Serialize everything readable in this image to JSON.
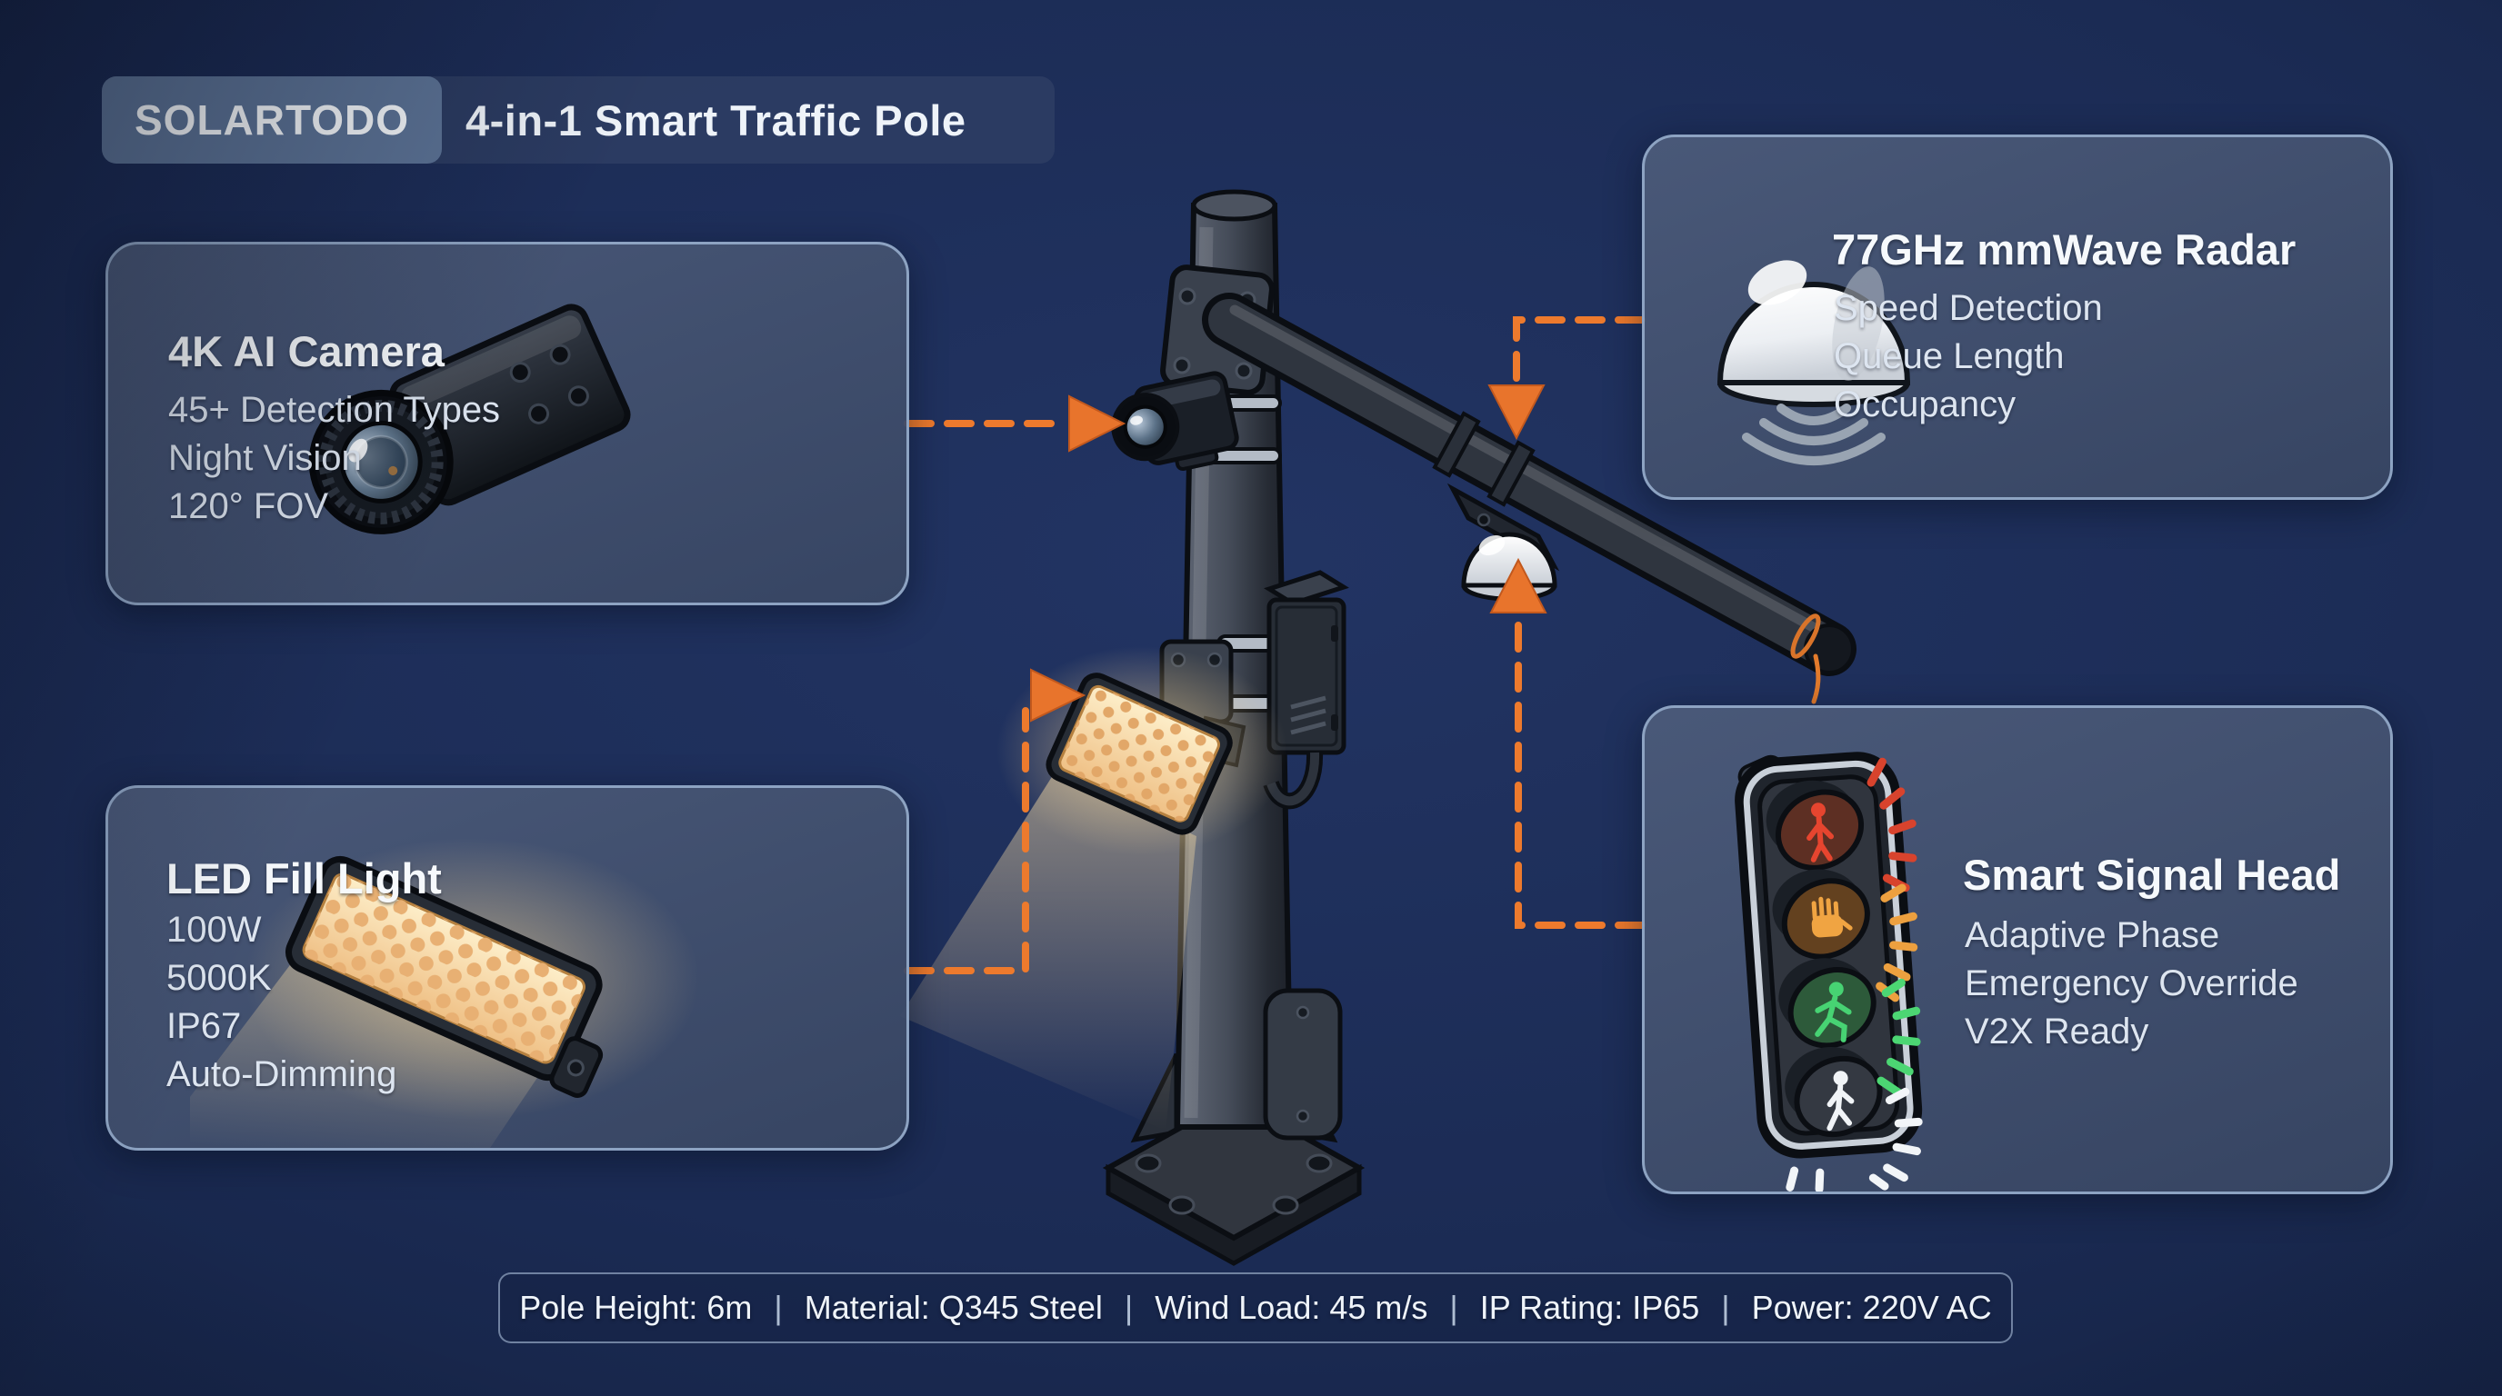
{
  "header": {
    "brand": "SOLARTODO",
    "title": "4-in-1 Smart Traffic Pole"
  },
  "cards": {
    "camera": {
      "title": "4K AI Camera",
      "features": [
        "45+ Detection Types",
        "Night Vision",
        "120° FOV"
      ]
    },
    "led": {
      "title": "LED Fill Light",
      "features": [
        "100W",
        "5000K",
        "IP67",
        "Auto-Dimming"
      ]
    },
    "radar": {
      "title": "77GHz mmWave Radar",
      "features": [
        "Speed Detection",
        "Queue Length",
        "Occupancy"
      ]
    },
    "signal": {
      "title": "Smart Signal Head",
      "features": [
        "Adaptive Phase",
        "Emergency Override",
        "V2X Ready"
      ]
    }
  },
  "footer": {
    "separator": "|",
    "specs": [
      "Pole Height: 6m",
      "Material: Q345 Steel",
      "Wind Load: 45 m/s",
      "IP Rating: IP65",
      "Power: 220V AC"
    ]
  },
  "icons": {
    "camera": "cctv-camera-illustration",
    "led": "led-panel-illustration",
    "radar": "radar-dome-illustration",
    "signal": "traffic-signal-illustration",
    "pole": "smart-traffic-pole-illustration"
  },
  "colors": {
    "background": "#1B2B54",
    "accent_orange": "#ED7A2D",
    "card_fill": "#46546F",
    "card_border": "#8DA3C2",
    "badge": "#5C7396",
    "title_panel": "#2E3D63",
    "warm_light": "#F5D9A6",
    "signal_red": "#E6452F",
    "signal_orange": "#F0A442",
    "signal_green": "#47D373",
    "signal_white": "#F1F4F7"
  }
}
